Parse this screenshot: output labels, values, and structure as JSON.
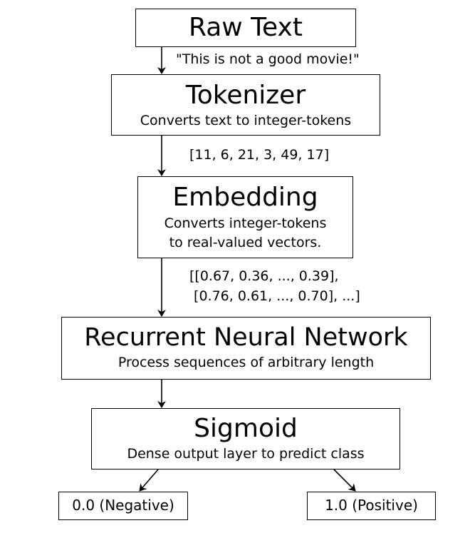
{
  "nodes": {
    "raw_text": {
      "title": "Raw Text"
    },
    "tokenizer": {
      "title": "Tokenizer",
      "subtitle": "Converts text to integer-tokens"
    },
    "embedding": {
      "title": "Embedding",
      "subtitle_line1": "Converts integer-tokens",
      "subtitle_line2": "to real-valued vectors."
    },
    "rnn": {
      "title": "Recurrent Neural Network",
      "subtitle": "Process sequences of arbitrary length"
    },
    "sigmoid": {
      "title": "Sigmoid",
      "subtitle": "Dense output layer to predict class"
    },
    "negative": {
      "title": "0.0 (Negative)"
    },
    "positive": {
      "title": "1.0 (Positive)"
    }
  },
  "edges": {
    "raw_to_tokenizer": "\"This is not a good movie!\"",
    "tokenizer_to_embedding": "[11, 6, 21, 3, 49, 17]",
    "embedding_to_rnn_line1": "[[0.67, 0.36, ..., 0.39],",
    "embedding_to_rnn_line2": " [0.76, 0.61, ..., 0.70], ...]"
  }
}
